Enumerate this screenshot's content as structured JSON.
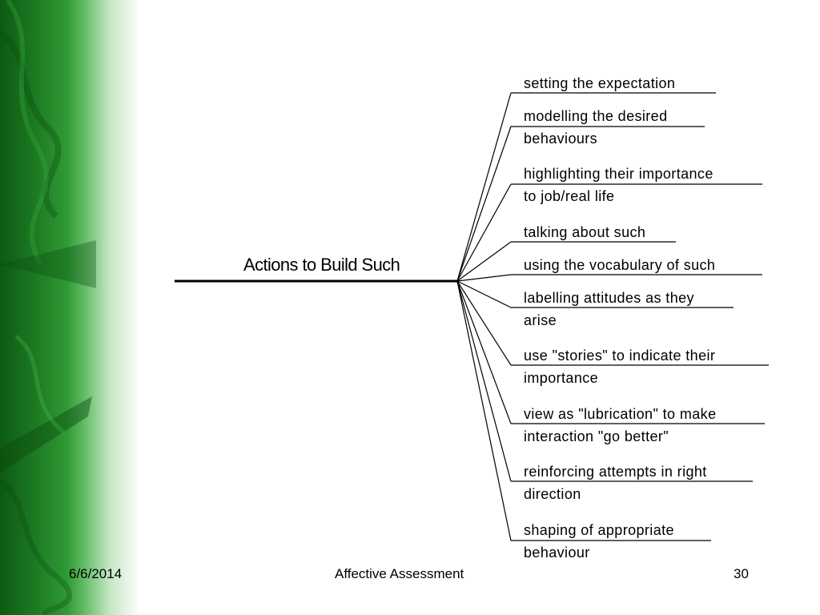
{
  "diagram": {
    "root": "Actions to Build Such",
    "branches": [
      {
        "lines": [
          "setting the expectation"
        ]
      },
      {
        "lines": [
          "modelling the desired",
          "behaviours"
        ]
      },
      {
        "lines": [
          "highlighting their importance",
          "to job/real life"
        ]
      },
      {
        "lines": [
          "talking about such"
        ]
      },
      {
        "lines": [
          "using the vocabulary of such"
        ]
      },
      {
        "lines": [
          "labelling attitudes as they",
          "arise"
        ]
      },
      {
        "lines": [
          "use \"stories\" to indicate their",
          "importance"
        ]
      },
      {
        "lines": [
          "view as \"lubrication\" to make",
          "interaction \"go better\""
        ]
      },
      {
        "lines": [
          "reinforcing attempts in right",
          "direction"
        ]
      },
      {
        "lines": [
          "shaping of appropriate",
          "behaviour"
        ]
      }
    ]
  },
  "footer": {
    "date": "6/6/2014",
    "title": "Affective Assessment",
    "page": "30"
  },
  "colors": {
    "stripe_dark": "#0d5a12",
    "stripe_light": "#6cc06f",
    "line": "#000000"
  }
}
